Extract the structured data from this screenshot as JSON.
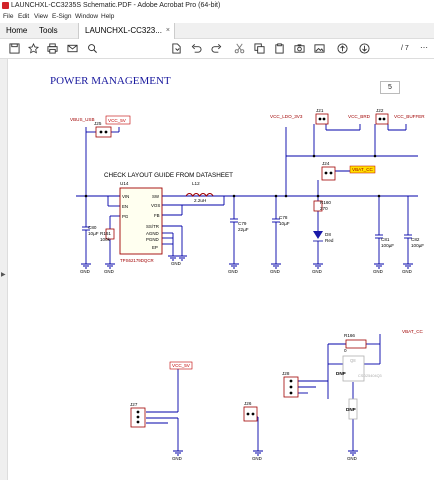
{
  "window": {
    "title": "LAUNCHXL-CC3235S Schematic.PDF - Adobe Acrobat Pro (64-bit)"
  },
  "menu": [
    "File",
    "Edit",
    "View",
    "E-Sign",
    "Window",
    "Help"
  ],
  "tabs": {
    "home": "Home",
    "tools": "Tools",
    "document": "LAUNCHXL-CC323...",
    "close": "×"
  },
  "toolbar": {
    "icons": [
      "save-icon",
      "star-icon",
      "print-icon",
      "mail-icon",
      "search-icon",
      "pdf-export-icon",
      "undo-icon",
      "redo-icon",
      "cut-icon",
      "copy-icon",
      "paste-icon",
      "snapshot-icon",
      "image-icon",
      "page-up-icon",
      "page-down-icon"
    ],
    "page_current": "5",
    "page_total": "/ 7",
    "more": "⋯"
  },
  "schematic": {
    "heading": "POWER MANAGEMENT",
    "note": "CHECK LAYOUT GUIDE FROM DATASHEET",
    "nets": {
      "vbus": "VBUS_USB",
      "vcc_5v": "VCC_5V",
      "vcc_ldo": "VCC_LDO_3V3",
      "vcc_brd": "VCC_BRD",
      "vcc_buffer": "VCC_BUFFER",
      "vbat_cc": "VBAT_CC",
      "vbat_cc2": "VBAT_CC",
      "vcc_5v_low": "VCC_5V"
    },
    "parts": {
      "u14": "U14",
      "u14_part": "TPS62179DQCR",
      "u14_pins": [
        "VIN",
        "EN",
        "PG",
        "SW",
        "VOS",
        "FB",
        "SS/TR",
        "AGND",
        "PGND",
        "EP"
      ],
      "j25": "J25",
      "j21": "J21",
      "j22": "J22",
      "j24": "J24",
      "j26": "J26",
      "j27": "J27",
      "j28": "J28",
      "l12": "L12",
      "l12_val": "2.2uH",
      "c80": "C80",
      "c80_val": "10µF",
      "c79": "C79",
      "c79_val": "22µF",
      "c78": "C78",
      "c78_val": "10µF",
      "c81": "C81",
      "c81_val": "100µF",
      "c82": "C82",
      "c82_val": "100µF",
      "r161": "R161",
      "r161_val": "100k",
      "r160": "R160",
      "r160_val": "270",
      "r166": "R166",
      "r166_val": "0",
      "d8": "D8",
      "d8_val": "Red",
      "q": "Q8",
      "q_part": "CSD25404Q3",
      "dnp1": "DNP",
      "dnp2": "DNP"
    },
    "gnd": "GND"
  }
}
